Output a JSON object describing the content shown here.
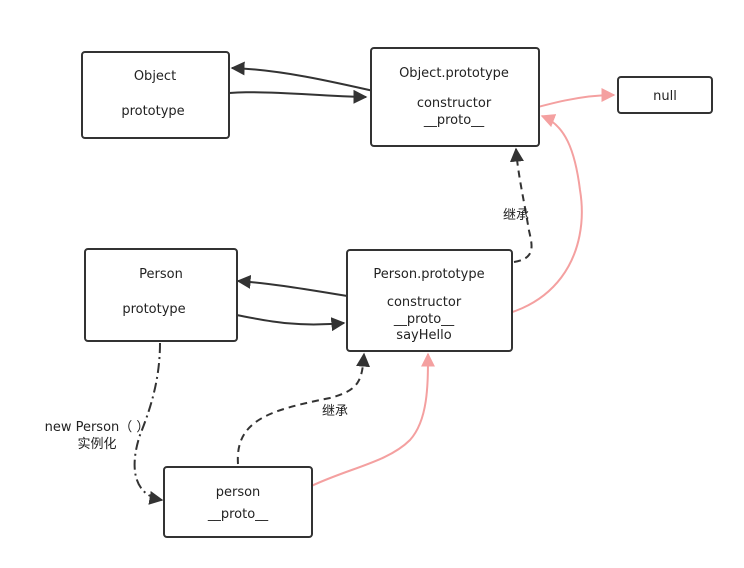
{
  "nodes": {
    "object": {
      "title": "Object",
      "lines": [
        "prototype"
      ]
    },
    "object_prototype": {
      "title": "Object.prototype",
      "lines": [
        "constructor",
        "__proto__"
      ]
    },
    "null": {
      "title": "null"
    },
    "person": {
      "title": "Person",
      "lines": [
        "prototype"
      ]
    },
    "person_prototype": {
      "title": "Person.prototype",
      "lines": [
        "constructor",
        "__proto__",
        "sayHello"
      ]
    },
    "person_instance": {
      "title": "person",
      "lines": [
        "__proto__"
      ]
    }
  },
  "edge_labels": {
    "inherit_upper": "继承",
    "inherit_lower": "继承",
    "instantiate_line1": "new Person（  ）",
    "instantiate_line2": "实例化"
  },
  "colors": {
    "stroke": "#333333",
    "proto_chain": "#f4a0a0"
  }
}
